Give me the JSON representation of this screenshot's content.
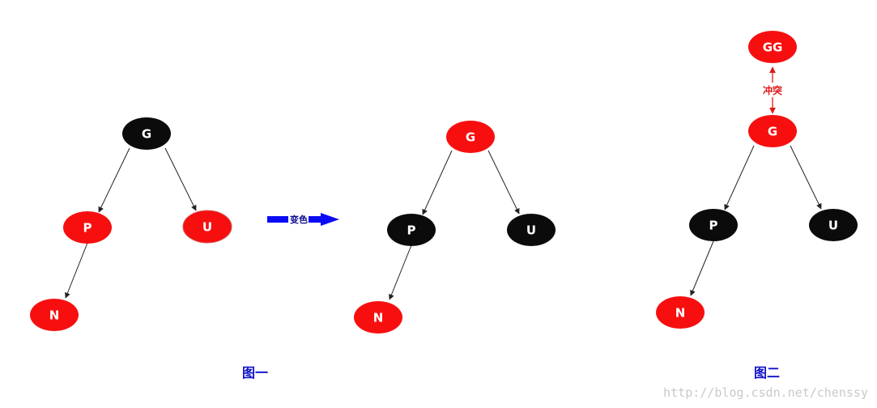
{
  "colors": {
    "red_node": "#f70f0f",
    "black_node": "#0b0b0b",
    "node_text": "#ffffff",
    "edge": "#222222",
    "transform_arrow": "#0b0bf5",
    "conflict_arrow": "#e01818",
    "caption": "#1010c8",
    "watermark": "#c9c9c9"
  },
  "figure1": {
    "caption": "图一",
    "nodes": {
      "g": {
        "label": "G",
        "color": "black"
      },
      "p": {
        "label": "P",
        "color": "red"
      },
      "u": {
        "label": "U",
        "color": "red"
      },
      "n": {
        "label": "N",
        "color": "red"
      }
    }
  },
  "transform": {
    "label": "变色"
  },
  "figure_mid": {
    "nodes": {
      "g": {
        "label": "G",
        "color": "red"
      },
      "p": {
        "label": "P",
        "color": "black"
      },
      "u": {
        "label": "U",
        "color": "black"
      },
      "n": {
        "label": "N",
        "color": "red"
      }
    }
  },
  "figure2": {
    "caption": "图二",
    "conflict_label": "冲突",
    "nodes": {
      "gg": {
        "label": "GG",
        "color": "red"
      },
      "g": {
        "label": "G",
        "color": "red"
      },
      "p": {
        "label": "P",
        "color": "black"
      },
      "u": {
        "label": "U",
        "color": "black"
      },
      "n": {
        "label": "N",
        "color": "red"
      }
    }
  },
  "watermark": "http://blog.csdn.net/chenssy"
}
